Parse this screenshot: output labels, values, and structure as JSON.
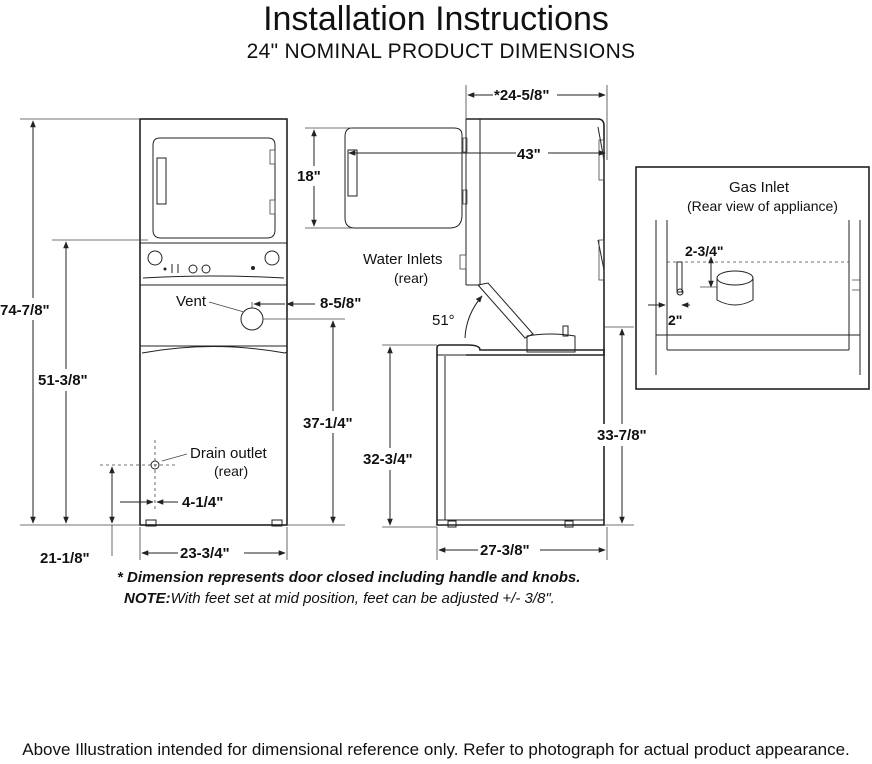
{
  "header": {
    "title": "Installation Instructions",
    "subtitle": "24\"  NOMINAL PRODUCT DIMENSIONS"
  },
  "front_view": {
    "overall_height": "74-7/8\"",
    "dryer_door_height": "18\"",
    "washer_height_to_control": "51-3/8\"",
    "vent_label": "Vent",
    "vent_offset": "8-5/8\"",
    "vent_height": "37-1/4\"",
    "drain_label": "Drain outlet",
    "drain_sub": "(rear)",
    "drain_offset": "4-1/4\"",
    "drain_height": "21-1/8\"",
    "width": "23-3/4\""
  },
  "side_view": {
    "depth_door_closed": "*24-5/8\"",
    "door_open_depth": "43\"",
    "water_inlets_label": "Water Inlets",
    "water_inlets_sub": "(rear)",
    "door_angle": "51°",
    "washer_top_height": "32-3/4\"",
    "lower_depth": "27-3/8\"",
    "rear_height": "33-7/8\""
  },
  "gas_inlet": {
    "title": "Gas Inlet",
    "subtitle": "(Rear view of appliance)",
    "offset_vertical": "2-3/4\"",
    "offset_horizontal": "2\""
  },
  "notes": {
    "door_note": "* Dimension represents door closed including handle and knobs.",
    "feet_note_label": "NOTE:",
    "feet_note_text": "With feet set at mid position, feet can be adjusted +/- 3/8\"."
  },
  "footer": {
    "disclaimer": "Above Illustration intended for dimensional reference only. Refer to photograph for actual product appearance."
  }
}
